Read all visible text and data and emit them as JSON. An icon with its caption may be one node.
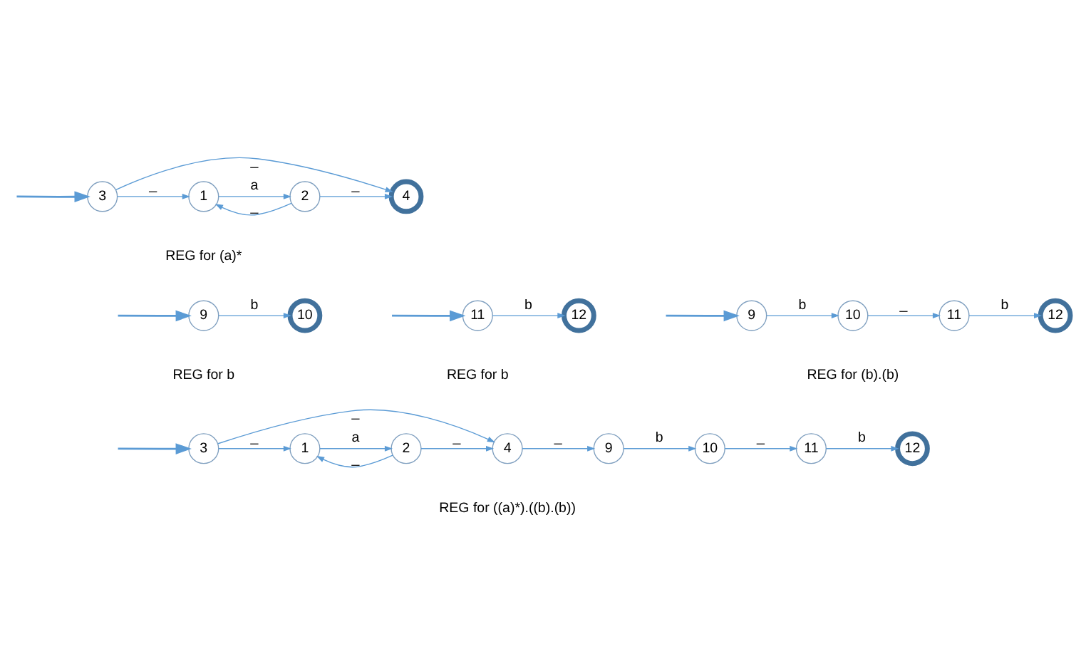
{
  "diagram": {
    "nodes": [
      {
        "text": [
          "3"
        ]
      },
      {
        "text": [
          "1"
        ]
      },
      {
        "text": [
          "2"
        ]
      },
      {
        "text": [
          "4"
        ]
      },
      {
        "text": [
          "9"
        ]
      },
      {
        "text": [
          "10"
        ]
      },
      {
        "text": [
          "11"
        ]
      },
      {
        "text": [
          "12"
        ]
      },
      {
        "text": [
          "9"
        ]
      },
      {
        "text": [
          "10"
        ]
      },
      {
        "text": [
          "11"
        ]
      },
      {
        "text": [
          "12"
        ]
      },
      {
        "text": [
          "3"
        ]
      },
      {
        "text": [
          "1"
        ]
      },
      {
        "text": [
          "2"
        ]
      },
      {
        "text": [
          "4"
        ]
      },
      {
        "text": [
          "9"
        ]
      },
      {
        "text": [
          "10"
        ]
      },
      {
        "text": [
          "11"
        ]
      },
      {
        "text": [
          "12"
        ]
      }
    ],
    "edges": [
      {
        "from": null,
        "to": 0,
        "arrow": "to"
      },
      {
        "from": 0,
        "to": 1,
        "arrow": "to",
        "label": "_"
      },
      {
        "from": 1,
        "to": 2,
        "arrow": "to",
        "label": "a"
      },
      {
        "from": 2,
        "to": 3,
        "arrow": "to",
        "label": "_"
      },
      {
        "from": 2,
        "to": 1,
        "arrow": "to",
        "label": "_"
      },
      {
        "from": 0,
        "to": 3,
        "arrow": "to",
        "label": "_"
      },
      {
        "from": null,
        "to": 4,
        "arrow": "to"
      },
      {
        "from": 4,
        "to": 5,
        "arrow": "to",
        "label": "b"
      },
      {
        "from": null,
        "to": 6,
        "arrow": "to"
      },
      {
        "from": 6,
        "to": 7,
        "arrow": "to",
        "label": "b"
      },
      {
        "from": null,
        "to": 8,
        "arrow": "to"
      },
      {
        "from": 8,
        "to": 9,
        "arrow": "to",
        "label": "b"
      },
      {
        "from": 9,
        "to": 10,
        "arrow": "to",
        "label": "_"
      },
      {
        "from": 10,
        "to": 11,
        "arrow": "to",
        "label": "b"
      },
      {
        "from": null,
        "to": 12,
        "arrow": "to"
      },
      {
        "from": 12,
        "to": 13,
        "arrow": "to",
        "label": "_"
      },
      {
        "from": 13,
        "to": 14,
        "arrow": "to",
        "label": "a"
      },
      {
        "from": 14,
        "to": 15,
        "arrow": "to",
        "label": "_"
      },
      {
        "from": 14,
        "to": 13,
        "arrow": "to",
        "label": "_"
      },
      {
        "from": 12,
        "to": 15,
        "arrow": "to",
        "label": "_"
      },
      {
        "from": 15,
        "to": 16,
        "arrow": "to",
        "label": "_"
      },
      {
        "from": 16,
        "to": 17,
        "arrow": "to",
        "label": "b"
      },
      {
        "from": 17,
        "to": 18,
        "arrow": "to",
        "label": "_"
      },
      {
        "from": 18,
        "to": 19,
        "arrow": "to",
        "label": "b"
      }
    ],
    "labels": [
      "REG for (a)*",
      "REG for b",
      "REG for b",
      "REG for (b).(b)",
      "REG for ((a)*).((b).(b))"
    ]
  }
}
